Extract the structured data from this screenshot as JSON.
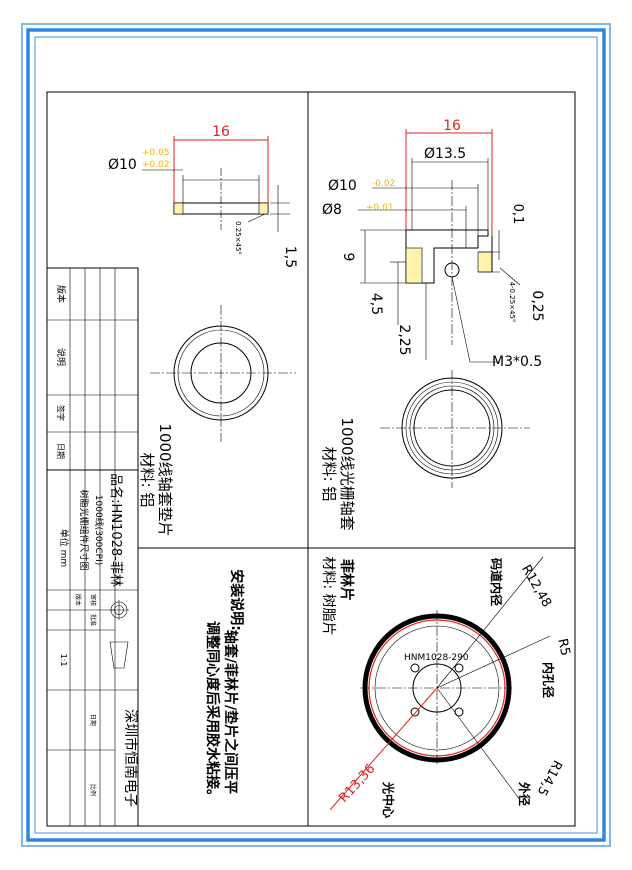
{
  "colors": {
    "frame_blue": "#2e86de",
    "frame_light": "#7fb8ee",
    "red": "#e0231f",
    "yellow": "#f0b400"
  },
  "washer": {
    "d_main": "Ø10",
    "d_tol_upper": "+0.05",
    "d_tol_lower": "+0.02",
    "width": "16",
    "thickness": "1,5",
    "chamfer": "0.25×45°",
    "name": "1000线轴套垫片",
    "material": "材料: 铝"
  },
  "sleeve": {
    "width": "16",
    "d135": "Ø13.5",
    "d10": "Ø10",
    "d10_tol": "-0.02",
    "d8": "Ø8",
    "d8_tol": "+0.01",
    "d01": "0,1",
    "d9": "9",
    "d45": "4,5",
    "d225": "2,25",
    "d025": "0,25",
    "chamfer": "4-0.25×45°",
    "thread": "M3*0.5",
    "name": "1000线光栅轴套",
    "material": "材料: 铝"
  },
  "disc": {
    "title": "菲林片",
    "material": "材料: 树脂片",
    "label": "HNM1028-290",
    "r_track": "R12,48",
    "r_track_label": "码道内径",
    "r_inner": "R5",
    "r_inner_label": "内孔径",
    "r_outer": "R14,5",
    "r_outer_label": "外径",
    "r_center": "R13,36",
    "r_center_label": "光中心"
  },
  "install": {
    "heading": "安装说明:",
    "line1": "轴套/菲林片/垫片之间压平",
    "line2": "调整同心度后采用胶水粘接。"
  },
  "title_block": {
    "h_ver": "版本",
    "h_desc": "说明",
    "h_sign": "签字",
    "h_date": "日期",
    "product": "品名:HN1028-菲林",
    "spec": "1000线(300CPI)",
    "drawing": "树脂光栅组件尺寸图",
    "unit": "单位 mm",
    "scale": "1:1",
    "company": "深圳市恒南电子",
    "c_a": "版本",
    "c_b": "审核",
    "c_c": "批准",
    "c_d": "日期",
    "c_e": "比例"
  }
}
